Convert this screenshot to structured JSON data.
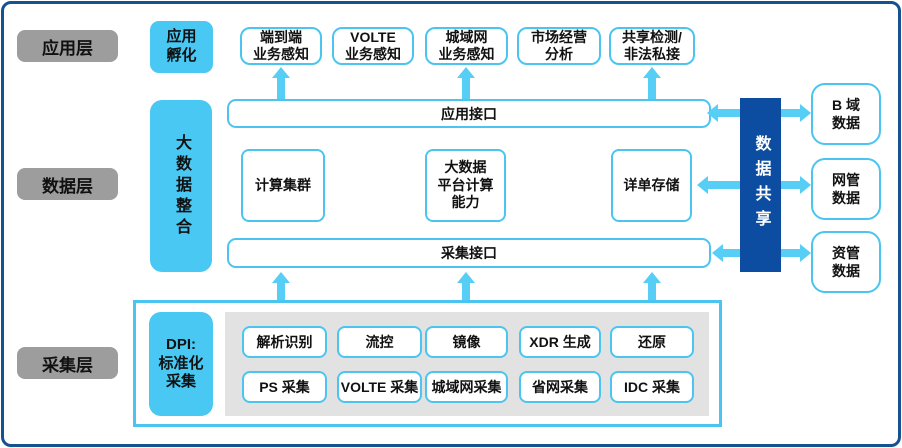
{
  "colors": {
    "cyan": "#48C8F2",
    "cyan_border": "#4BC5EF",
    "arrow": "#56CEF5",
    "dark_blue": "#0C4DA2",
    "gray_label": "#9D9D9D",
    "gray_panel": "#E2E2E2",
    "frame_border": "#15528F"
  },
  "layers": {
    "application": "应用层",
    "data": "数据层",
    "collection": "采集层"
  },
  "application_layer": {
    "incubation": "应用\n孵化",
    "apps": [
      "端到端\n业务感知",
      "VOLTE\n业务感知",
      "城域网\n业务感知",
      "市场经营\n分析",
      "共享检测/\n非法私接"
    ]
  },
  "data_layer": {
    "integration": "大数据整合",
    "app_interface": "应用接口",
    "collect_interface": "采集接口",
    "components": [
      "计算集群",
      "大数据\n平台计算\n能力",
      "详单存储"
    ]
  },
  "sharing": {
    "label": "数据共享",
    "sources": [
      "B 域\n数据",
      "网管\n数据",
      "资管\n数据"
    ]
  },
  "collection_layer": {
    "dpi": "DPI:\n标准化\n采集",
    "functions": [
      "解析识别",
      "流控",
      "镜像",
      "XDR 生成",
      "还原"
    ],
    "collectors": [
      "PS 采集",
      "VOLTE 采集",
      "城域网采集",
      "省网采集",
      "IDC 采集"
    ]
  }
}
